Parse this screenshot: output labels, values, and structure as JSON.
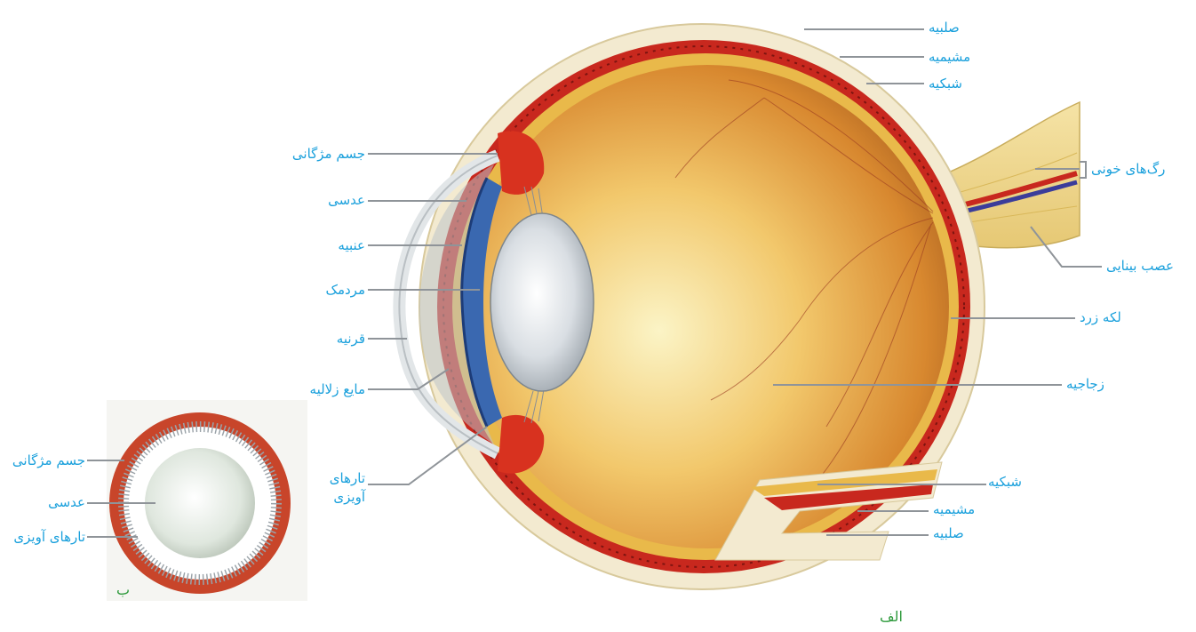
{
  "labels": {
    "left": {
      "ciliary_body": "جسم مژگانی",
      "lens": "عدسی",
      "iris": "عنبیه",
      "pupil": "مردمک",
      "cornea": "قرنیه",
      "aqueous_humor": "مایع زلالیه",
      "zonular_fibers_1": "تارهای",
      "zonular_fibers_2": "آویزی"
    },
    "right": {
      "sclera_top": "صلبیه",
      "choroid_top": "مشیمیه",
      "retina_top": "شبکیه",
      "blood_vessels": "رگ‌های خونی",
      "optic_nerve": "عصب بینایی",
      "macula": "لکه زرد",
      "vitreous": "زجاجیه",
      "retina_bottom": "شبکیه",
      "choroid_bottom": "مشیمیه",
      "sclera_bottom": "صلبیه"
    },
    "front_view": {
      "ciliary_body": "جسم مژگانی",
      "lens": "عدسی",
      "zonular_fibers": "تارهای آویزی"
    }
  },
  "panels": {
    "main": "الف",
    "front": "ب"
  },
  "colors": {
    "label_text": "#1aa0dc",
    "panel_letter": "#2e9a3c",
    "sclera": "#f3ead0",
    "choroid": "#c8281e",
    "retina": "#e9b94a",
    "vitreous": "#e9a645",
    "lens": "#d7dde2",
    "iris": "#3a68b0"
  }
}
